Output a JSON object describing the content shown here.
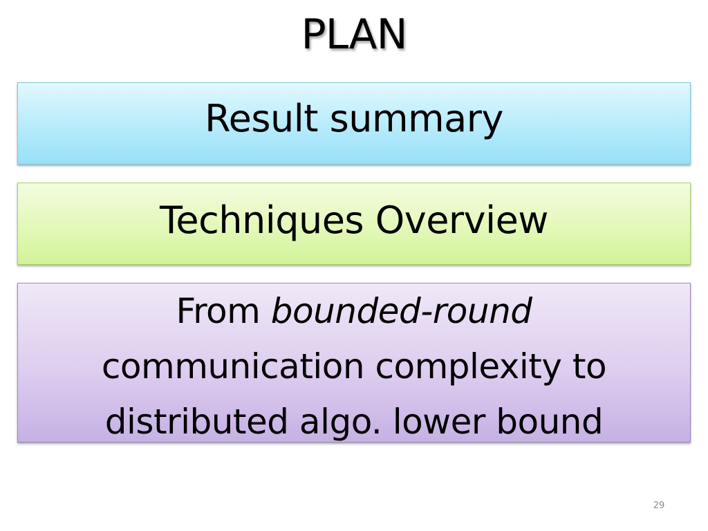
{
  "slide": {
    "title": "PLAN",
    "boxes": {
      "result_summary": "Result summary",
      "techniques_overview": "Techniques Overview",
      "lower_bound": {
        "line1_prefix": "From ",
        "line1_italic": "bounded-round",
        "line2": "communication complexity to",
        "line3": "distributed algo. lower bound"
      }
    },
    "page_number": "29"
  },
  "colors": {
    "blue_box": "#b6ebfb",
    "green_box": "#e3f8b9",
    "purple_box": "#ddcdef",
    "page_number": "#8a8a8a"
  }
}
